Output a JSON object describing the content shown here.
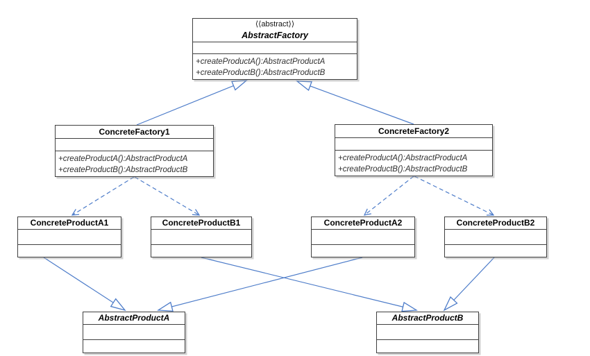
{
  "colors": {
    "connector_blue": "#4d7cc9",
    "box_border": "#3f3f3f",
    "box_background": "#ffffff",
    "method_text": "#2f2f2f"
  },
  "classes": {
    "abstract_factory": {
      "stereotype": "⟨⟨abstract⟩⟩",
      "name": "AbstractFactory",
      "methods": [
        "+createProductA():AbstractProductA",
        "+createProductB():AbstractProductB"
      ]
    },
    "concrete_factory1": {
      "name": "ConcreteFactory1",
      "methods": [
        "+createProductA():AbstractProductA",
        "+createProductB():AbstractProductB"
      ]
    },
    "concrete_factory2": {
      "name": "ConcreteFactory2",
      "methods": [
        "+createProductA():AbstractProductA",
        "+createProductB():AbstractProductB"
      ]
    },
    "concrete_productA1": {
      "name": "ConcreteProductA1"
    },
    "concrete_productB1": {
      "name": "ConcreteProductB1"
    },
    "concrete_productA2": {
      "name": "ConcreteProductA2"
    },
    "concrete_productB2": {
      "name": "ConcreteProductB2"
    },
    "abstract_productA": {
      "name": "AbstractProductA"
    },
    "abstract_productB": {
      "name": "AbstractProductB"
    }
  },
  "relationships": [
    {
      "from": "ConcreteFactory1",
      "to": "AbstractFactory",
      "type": "generalization",
      "style": "solid-hollow-triangle"
    },
    {
      "from": "ConcreteFactory2",
      "to": "AbstractFactory",
      "type": "generalization",
      "style": "solid-hollow-triangle"
    },
    {
      "from": "ConcreteFactory1",
      "to": "ConcreteProductA1",
      "type": "dependency",
      "style": "dashed-open-arrow"
    },
    {
      "from": "ConcreteFactory1",
      "to": "ConcreteProductB1",
      "type": "dependency",
      "style": "dashed-open-arrow"
    },
    {
      "from": "ConcreteFactory2",
      "to": "ConcreteProductA2",
      "type": "dependency",
      "style": "dashed-open-arrow"
    },
    {
      "from": "ConcreteFactory2",
      "to": "ConcreteProductB2",
      "type": "dependency",
      "style": "dashed-open-arrow"
    },
    {
      "from": "ConcreteProductA1",
      "to": "AbstractProductA",
      "type": "generalization",
      "style": "solid-hollow-triangle"
    },
    {
      "from": "ConcreteProductA2",
      "to": "AbstractProductA",
      "type": "generalization",
      "style": "solid-hollow-triangle"
    },
    {
      "from": "ConcreteProductB1",
      "to": "AbstractProductB",
      "type": "generalization",
      "style": "solid-hollow-triangle"
    },
    {
      "from": "ConcreteProductB2",
      "to": "AbstractProductB",
      "type": "generalization",
      "style": "solid-hollow-triangle"
    }
  ]
}
